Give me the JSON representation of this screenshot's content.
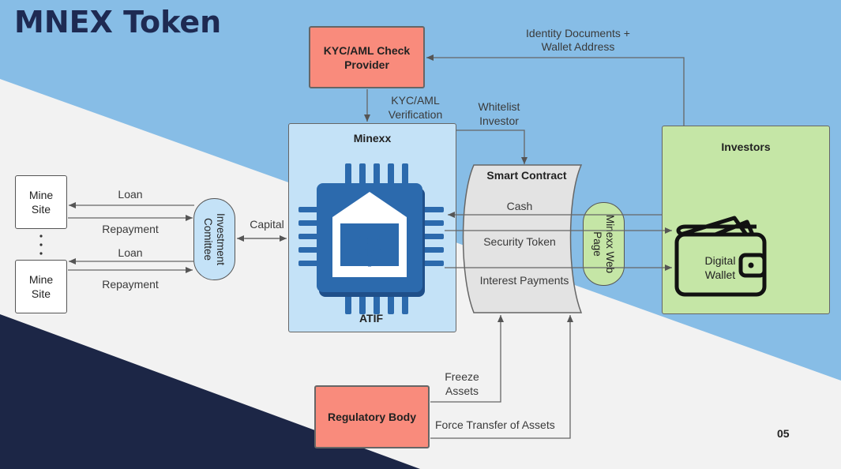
{
  "title": "MNEX Token",
  "page_number": "05",
  "kyc_provider": {
    "line1": "KYC/AML Check",
    "line2": "Provider"
  },
  "regulatory_body": "Regulatory Body",
  "minexx": {
    "label": "Minexx",
    "atif": "ATIF"
  },
  "smart_contract": "Smart Contract",
  "investors": {
    "label": "Investors",
    "wallet_line1": "Digital",
    "wallet_line2": "Wallet"
  },
  "mine_site_1": {
    "line1": "Mine",
    "line2": "Site"
  },
  "mine_site_2": {
    "line1": "Mine",
    "line2": "Site"
  },
  "investment_committee": {
    "line1": "Investment",
    "line2": "Comittee"
  },
  "web_page": {
    "line1": "Minexx Web",
    "line2": "Page"
  },
  "labels": {
    "identity_docs_1": "Identity Documents +",
    "identity_docs_2": "Wallet Address",
    "kyc_verification_1": "KYC/AML",
    "kyc_verification_2": "Verification",
    "whitelist_1": "Whitelist",
    "whitelist_2": "Investor",
    "loan_1": "Loan",
    "repayment_1": "Repayment",
    "loan_2": "Loan",
    "repayment_2": "Repayment",
    "capital": "Capital",
    "cash": "Cash",
    "security_token": "Security Token",
    "interest_payments": "Interest Payments",
    "freeze_1": "Freeze",
    "freeze_2": "Assets",
    "force_transfer": "Force Transfer of Assets"
  },
  "colors": {
    "light_blue_band": "#87bde6",
    "dark_navy": "#1c2646",
    "salmon": "#f98b7c",
    "minexx_fill": "#c4e2f7",
    "chip_blue": "#2c6aad",
    "investors_green": "#c5e6a6",
    "pill_blue": "#c4e2f7",
    "pill_green": "#c5e6a6"
  }
}
